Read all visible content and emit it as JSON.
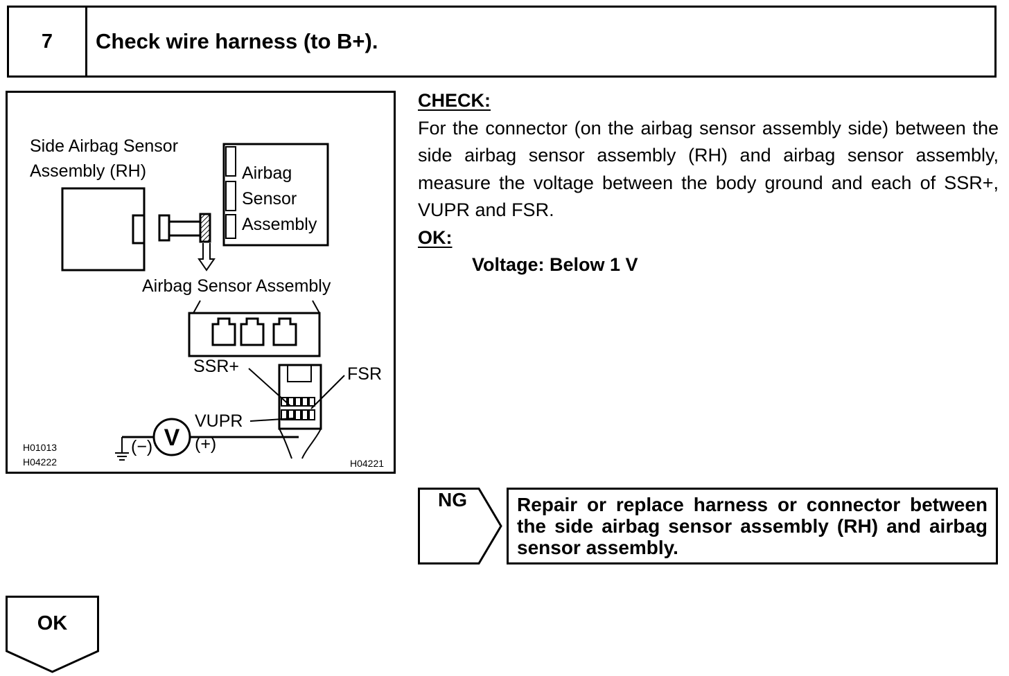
{
  "step": {
    "number": "7",
    "title": "Check wire harness (to B+)."
  },
  "figure": {
    "side_sensor_label_line1": "Side Airbag Sensor",
    "side_sensor_label_line2": "Assembly (RH)",
    "airbag_box_line1": "Airbag",
    "airbag_box_line2": "Sensor",
    "airbag_box_line3": "Assembly",
    "airbag_sensor_assembly_label": "Airbag Sensor Assembly",
    "terminal_ssr": "SSR+",
    "terminal_fsr": "FSR",
    "terminal_vupr": "VUPR",
    "meter_symbol": "V",
    "minus_label": "(−)",
    "plus_label": "(+)",
    "code_1": "H01013",
    "code_2": "H04222",
    "code_3": "H04221"
  },
  "check": {
    "heading": "CHECK:",
    "text": "For the connector (on the airbag sensor assembly side) between the side airbag sensor assembly (RH) and airbag sensor assembly, measure the voltage between the body ground and each of SSR+, VUPR and FSR.",
    "ok_heading": "OK:",
    "ok_value": "Voltage: Below 1 V"
  },
  "ng": {
    "label": "NG",
    "action": "Repair or replace harness or connector between the side airbag sensor assembly (RH) and airbag sensor assembly."
  },
  "ok_result": {
    "label": "OK"
  }
}
